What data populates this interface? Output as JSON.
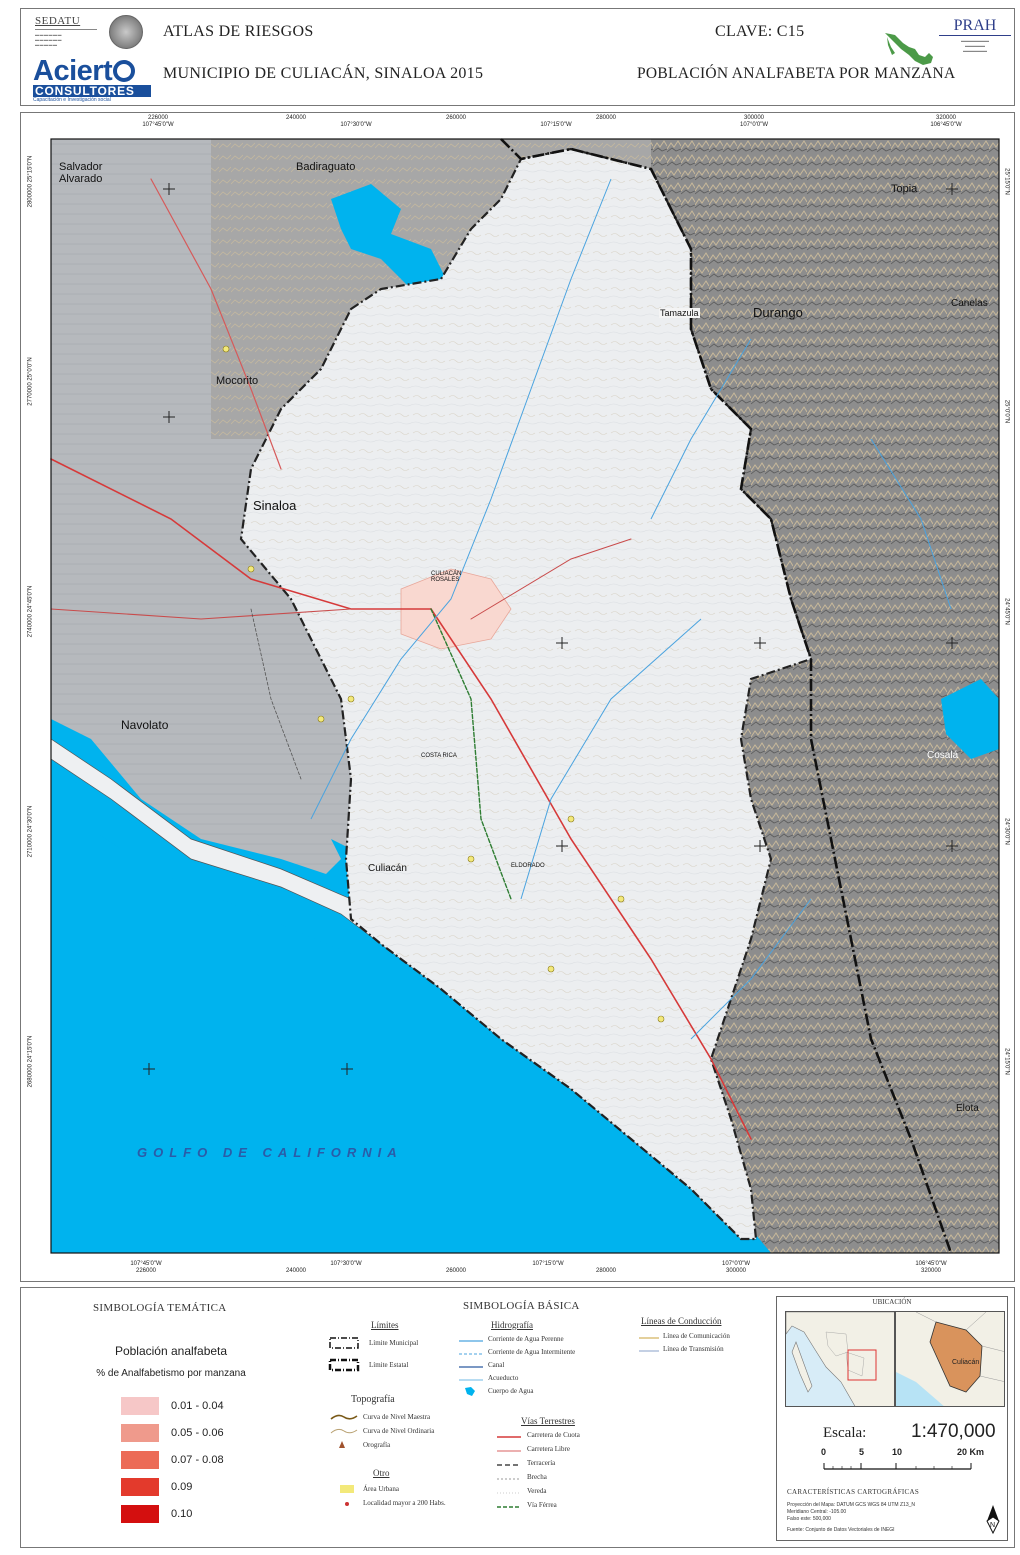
{
  "header": {
    "sedatu": "SEDATU",
    "brand_main": "Aciert",
    "brand_sub": "CONSULTORES",
    "brand_tagline": "Capacitación e Investigación social",
    "title": "ATLAS DE RIESGOS",
    "municipality": "MUNICIPIO DE CULIACÁN, SINALOA 2015",
    "clave": "CLAVE:  C15",
    "map_topic": "POBLACIÓN ANALFABETA POR MANZANA",
    "prah": "PRAH"
  },
  "map": {
    "top_axis": [
      {
        "utm": "226000",
        "geo": "107°45'0\"W"
      },
      {
        "utm": "240000",
        "geo": ""
      },
      {
        "utm": "",
        "geo": "107°30'0\"W"
      },
      {
        "utm": "260000",
        "geo": ""
      },
      {
        "utm": "",
        "geo": "107°15'0\"W"
      },
      {
        "utm": "280000",
        "geo": ""
      },
      {
        "utm": "300000",
        "geo": "107°0'0\"W"
      },
      {
        "utm": "320000",
        "geo": "106°45'0\"W"
      }
    ],
    "bottom_axis": [
      {
        "geo": "107°45'0\"W",
        "utm": "226000"
      },
      {
        "geo": "",
        "utm": "240000"
      },
      {
        "geo": "107°30'0\"W",
        "utm": ""
      },
      {
        "geo": "",
        "utm": "260000"
      },
      {
        "geo": "107°15'0\"W",
        "utm": ""
      },
      {
        "geo": "",
        "utm": "280000"
      },
      {
        "geo": "107°0'0\"W",
        "utm": "300000"
      },
      {
        "geo": "106°45'0\"W",
        "utm": "320000"
      }
    ],
    "left_axis": [
      {
        "geo": "25°15'0\"N",
        "utm": "2800000"
      },
      {
        "geo": "25°0'0\"N",
        "utm": "2770000"
      },
      {
        "geo": "24°45'0\"N",
        "utm": "2740000"
      },
      {
        "geo": "24°30'0\"N",
        "utm": "2710000"
      },
      {
        "geo": "24°15'0\"N",
        "utm": "2680000"
      }
    ],
    "right_axis": [
      "25°15'0\"N",
      "25°0'0\"N",
      "24°45'0\"N",
      "24°30'0\"N",
      "24°15'0\"N"
    ],
    "place_labels": [
      {
        "name": "Salvador Alvarado",
        "kind": "municipio"
      },
      {
        "name": "Badiraguato",
        "kind": "municipio"
      },
      {
        "name": "Topia",
        "kind": "municipio"
      },
      {
        "name": "Mocorito",
        "kind": "municipio"
      },
      {
        "name": "Tamazula",
        "kind": "municipio"
      },
      {
        "name": "Durango",
        "kind": "estado"
      },
      {
        "name": "Canelas",
        "kind": "municipio"
      },
      {
        "name": "Sinaloa",
        "kind": "estado"
      },
      {
        "name": "Navolato",
        "kind": "municipio"
      },
      {
        "name": "Cosalá",
        "kind": "municipio"
      },
      {
        "name": "Culiacán",
        "kind": "municipio"
      },
      {
        "name": "Elota",
        "kind": "municipio"
      },
      {
        "name": "CULIACÁN ROSALES",
        "kind": "ciudad"
      },
      {
        "name": "ELDORADO",
        "kind": "localidad"
      },
      {
        "name": "COSTA RICA",
        "kind": "localidad"
      },
      {
        "name": "GOLFO DE CALIFORNIA",
        "kind": "mar"
      }
    ]
  },
  "legend": {
    "thematic_header": "SIMBOLOGÍA TEMÁTICA",
    "thematic_title": "Población analfabeta",
    "thematic_subtitle": "% de Analfabetismo por manzana",
    "classes": [
      {
        "label": "0.01 - 0.04",
        "color": "#f6c7c7"
      },
      {
        "label": "0.05 - 0.06",
        "color": "#ef9a8c"
      },
      {
        "label": "0.07 - 0.08",
        "color": "#ec6b57"
      },
      {
        "label": "0.09",
        "color": "#e33a2c"
      },
      {
        "label": "0.10",
        "color": "#d40f0f"
      }
    ],
    "basic_header": "SIMBOLOGÍA BÁSICA",
    "limits_title": "Límites",
    "limits": [
      "Límite Municipal",
      "Límite Estatal"
    ],
    "topo_title": "Topografía",
    "topo": [
      "Curva de Nivel Maestra",
      "Curva de Nivel Ordinaria",
      "Orografía"
    ],
    "other_title": "Otro",
    "other": [
      "Área Urbana",
      "Localidad mayor a 200 Habs."
    ],
    "hydro_title": "Hidrografía",
    "hydro": [
      "Corriente de Agua Perenne",
      "Corriente de Agua Intermitente",
      "Canal",
      "Acueducto",
      "Cuerpo de Agua"
    ],
    "roads_title": "Vías Terrestres",
    "roads": [
      "Carretera de Cuota",
      "Carretera Libre",
      "Terracería",
      "Brecha",
      "Vereda",
      "Vía Férrea"
    ],
    "conduction_title": "Líneas de Conducción",
    "conduction": [
      "Línea de Comunicación",
      "Línea de Transmisión"
    ]
  },
  "location": {
    "title": "UBICACIÓN",
    "inset_label": "Culiacán",
    "scale_label": "Escala:",
    "scale_value": "1:470,000",
    "bar": [
      "0",
      "5",
      "10",
      "20 Km"
    ],
    "carac_title": "CARACTERÍSTICAS CARTOGRÁFICAS",
    "carac_lines": [
      "Proyección del Mapa: DATUM GCS WGS 84 UTM Z13_N",
      "Meridiano Central: -105.00",
      "Falso este: 500,000",
      "Fuente: Conjunto de Datos Vectoriales de INEGI"
    ]
  },
  "colors": {
    "sea": "#00b3ee",
    "urban": "#f9d8d0",
    "hillshade": "#8f8f8f",
    "municipio_fill": "#eef0f2"
  }
}
